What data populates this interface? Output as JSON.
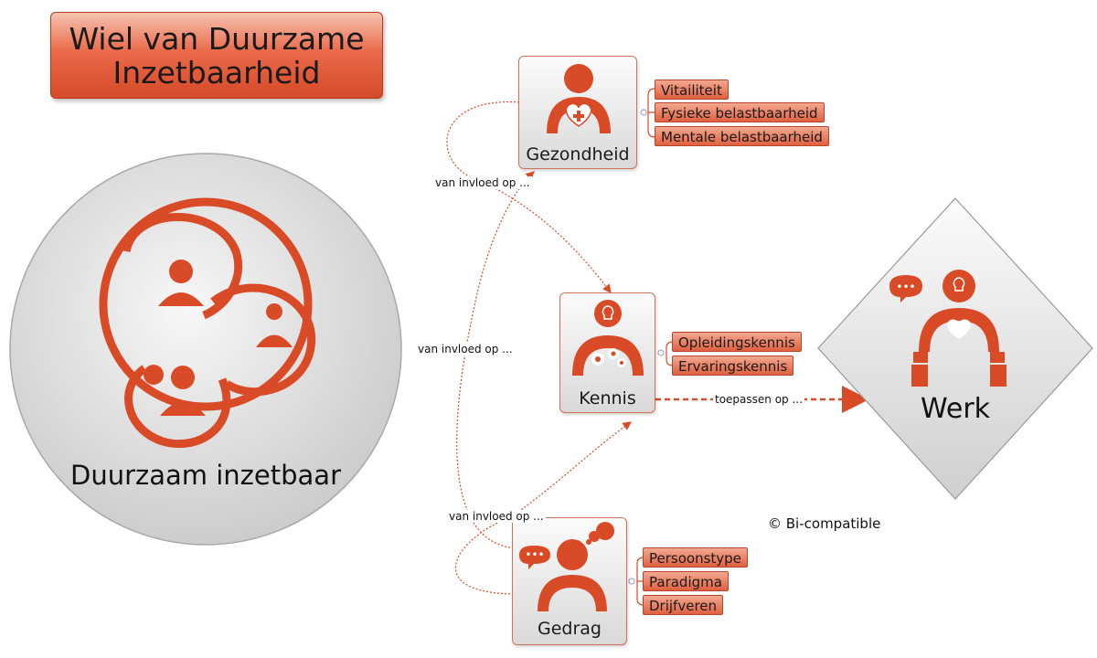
{
  "title": "Wiel van Duurzame\nInzetbaarheid",
  "wheel": {
    "label": "Duurzaam inzetbaar"
  },
  "nodes": {
    "gezondheid": {
      "label": "Gezondheid",
      "attributes": [
        "Vitailiteit",
        "Fysieke belastbaarheid",
        "Mentale belastbaarheid"
      ]
    },
    "kennis": {
      "label": "Kennis",
      "attributes": [
        "Opleidingskennis",
        "Ervaringskennis"
      ]
    },
    "gedrag": {
      "label": "Gedrag",
      "attributes": [
        "Persoonstype",
        "Paradigma",
        "Drijfveren"
      ]
    }
  },
  "werk": {
    "label": "Werk"
  },
  "relations": {
    "r1": "van invloed op ...",
    "r2": "van invloed op ...",
    "r3": "van invloed op ...",
    "r4": "toepassen op ..."
  },
  "copyright": "© Bi-compatible",
  "colors": {
    "accent": "#d94a26",
    "accent_light": "#f3a890",
    "circle_gray": "#d9d9d9"
  }
}
